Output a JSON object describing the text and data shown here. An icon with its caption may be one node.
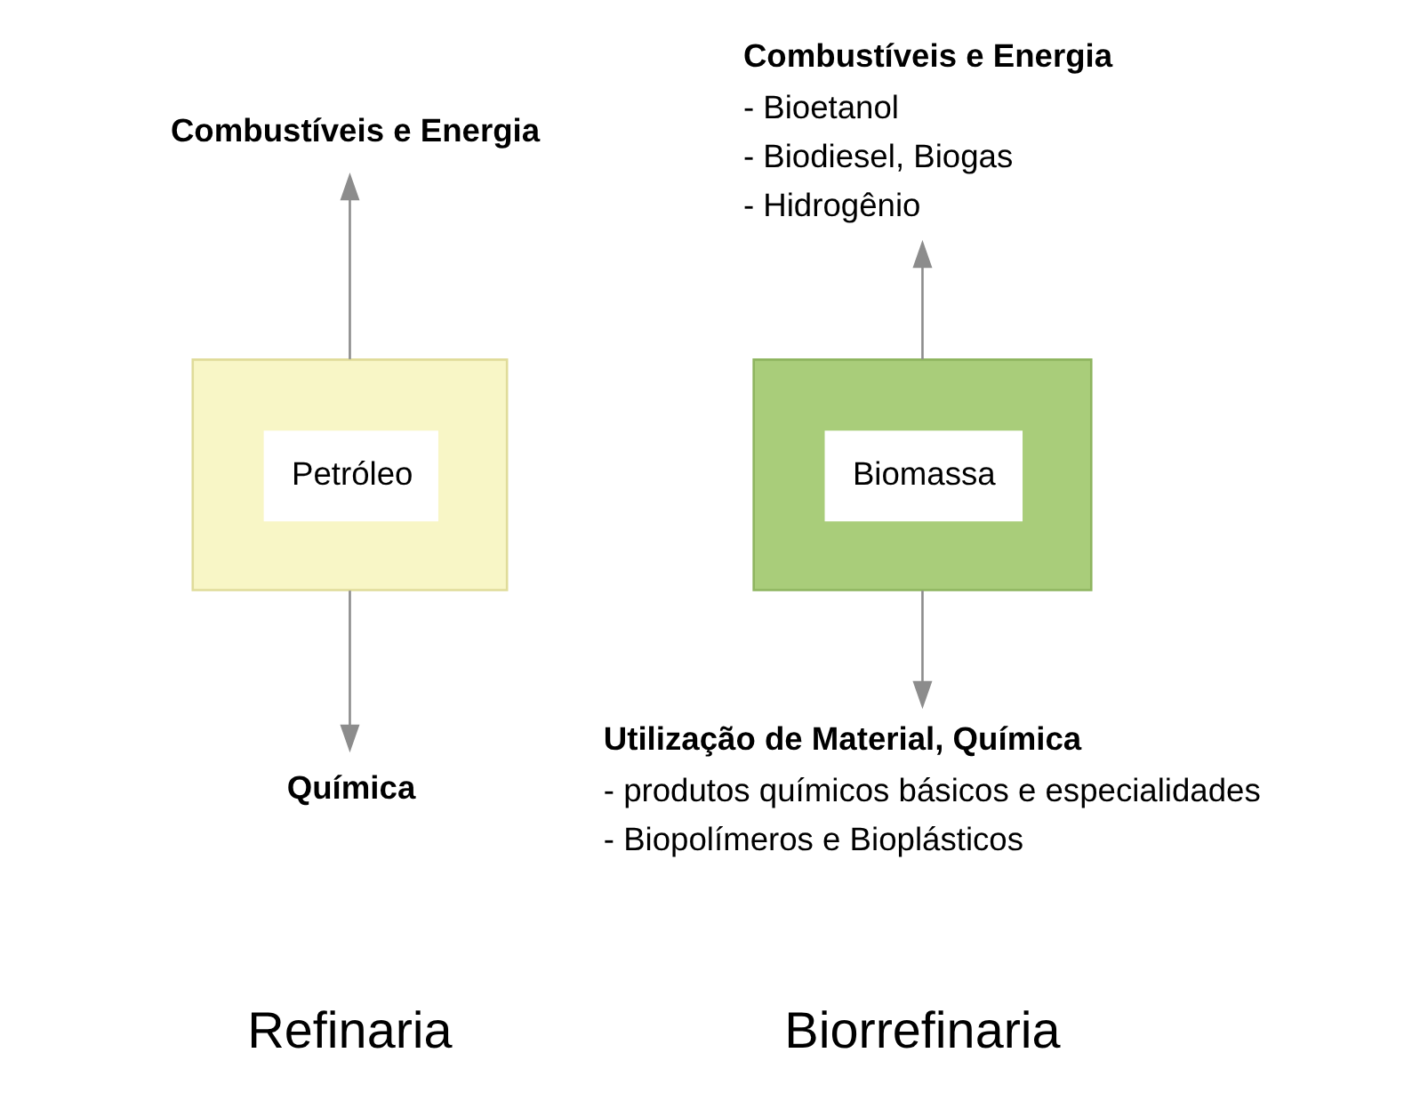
{
  "diagram": {
    "nodes": [
      {
        "text": [
          "Petróleo"
        ]
      },
      {
        "text": [
          "Combustíveis e Energia"
        ]
      },
      {
        "text": [
          "Química"
        ]
      },
      {
        "text": [
          "Biomassa"
        ]
      },
      {
        "text": [
          "Combustíveis e Energia",
          "- Bioetanol",
          "- Biodiesel, Biogas",
          "- Hidrogênio"
        ]
      },
      {
        "text": [
          "Utilização de Material, Química",
          "- produtos químicos básicos e especialidades",
          "- Biopolímeros e Bioplásticos"
        ]
      }
    ],
    "edges": [
      {
        "from": 0,
        "to": 1,
        "arrow": "to"
      },
      {
        "from": 0,
        "to": 2,
        "arrow": "to"
      },
      {
        "from": 3,
        "to": 4,
        "arrow": "to"
      },
      {
        "from": 3,
        "to": 5,
        "arrow": "to"
      }
    ],
    "labels": [
      "Refinaria",
      "Biorrefinaria"
    ]
  }
}
